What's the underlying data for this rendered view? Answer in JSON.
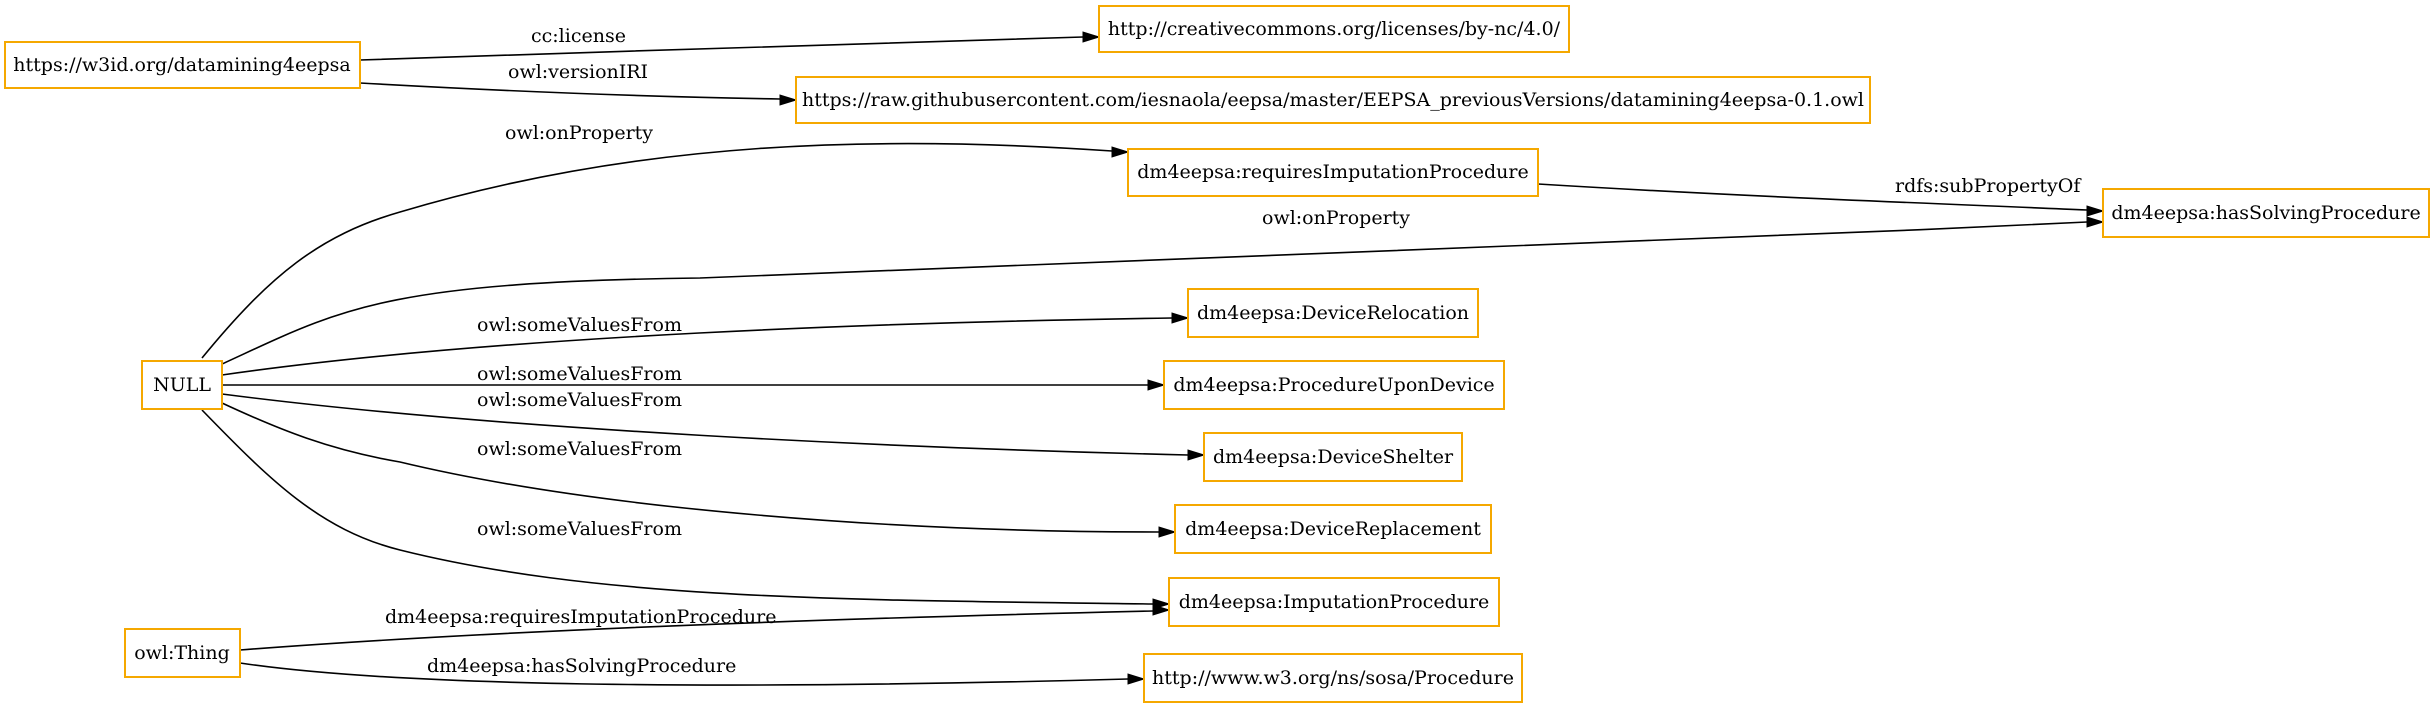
{
  "diagram": {
    "nodes": [
      {
        "id": "w3id",
        "label": "https://w3id.org/datamining4eepsa"
      },
      {
        "id": "license",
        "label": "http://creativecommons.org/licenses/by-nc/4.0/"
      },
      {
        "id": "version",
        "label": "https://raw.githubusercontent.com/iesnaola/eepsa/master/EEPSA_previousVersions/datamining4eepsa-0.1.owl"
      },
      {
        "id": "requiresIP",
        "label": "dm4eepsa:requiresImputationProcedure"
      },
      {
        "id": "hasSP",
        "label": "dm4eepsa:hasSolvingProcedure"
      },
      {
        "id": "null",
        "label": "NULL"
      },
      {
        "id": "relocation",
        "label": "dm4eepsa:DeviceRelocation"
      },
      {
        "id": "procUpon",
        "label": "dm4eepsa:ProcedureUponDevice"
      },
      {
        "id": "shelter",
        "label": "dm4eepsa:DeviceShelter"
      },
      {
        "id": "replacement",
        "label": "dm4eepsa:DeviceReplacement"
      },
      {
        "id": "imputation",
        "label": "dm4eepsa:ImputationProcedure"
      },
      {
        "id": "thing",
        "label": "owl:Thing"
      },
      {
        "id": "sosa",
        "label": "http://www.w3.org/ns/sosa/Procedure"
      }
    ],
    "edges": [
      {
        "id": "e_license",
        "from": "w3id",
        "to": "license",
        "label": "cc:license"
      },
      {
        "id": "e_version",
        "from": "w3id",
        "to": "version",
        "label": "owl:versionIRI"
      },
      {
        "id": "e_onprop1",
        "from": "null",
        "to": "requiresIP",
        "label": "owl:onProperty"
      },
      {
        "id": "e_subprop",
        "from": "requiresIP",
        "to": "hasSP",
        "label": "rdfs:subPropertyOf"
      },
      {
        "id": "e_onprop2",
        "from": "null",
        "to": "hasSP",
        "label": "owl:onProperty"
      },
      {
        "id": "e_svf1",
        "from": "null",
        "to": "relocation",
        "label": "owl:someValuesFrom"
      },
      {
        "id": "e_svf2",
        "from": "null",
        "to": "procUpon",
        "label": "owl:someValuesFrom"
      },
      {
        "id": "e_svf3",
        "from": "null",
        "to": "shelter",
        "label": "owl:someValuesFrom"
      },
      {
        "id": "e_svf4",
        "from": "null",
        "to": "replacement",
        "label": "owl:someValuesFrom"
      },
      {
        "id": "e_svf5",
        "from": "null",
        "to": "imputation",
        "label": "owl:someValuesFrom"
      },
      {
        "id": "e_thing_ip",
        "from": "thing",
        "to": "imputation",
        "label": "dm4eepsa:requiresImputationProcedure"
      },
      {
        "id": "e_thing_sosa",
        "from": "thing",
        "to": "sosa",
        "label": "dm4eepsa:hasSolvingProcedure"
      }
    ],
    "colors": {
      "node_border": "#f5a800",
      "edge": "#000000",
      "background": "#ffffff"
    }
  }
}
